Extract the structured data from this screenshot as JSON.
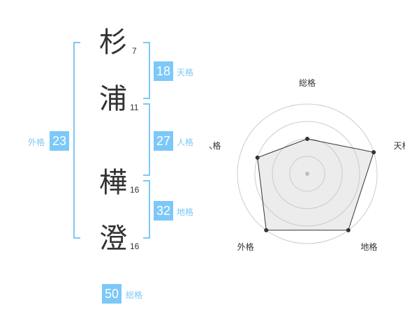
{
  "name": {
    "chars": [
      {
        "char": "杉",
        "strokes": "7"
      },
      {
        "char": "浦",
        "strokes": "11"
      },
      {
        "char": "樺",
        "strokes": "16"
      },
      {
        "char": "澄",
        "strokes": "16"
      }
    ]
  },
  "fortunes": {
    "tenkaku": {
      "value": "18",
      "label": "天格"
    },
    "jinkaku": {
      "value": "27",
      "label": "人格"
    },
    "chikaku": {
      "value": "32",
      "label": "地格"
    },
    "gaikaku": {
      "value": "23",
      "label": "外格"
    },
    "soukaku": {
      "value": "50",
      "label": "総格"
    }
  },
  "colors": {
    "accent": "#7cc8f8",
    "text": "#333333",
    "grid": "#cccccc"
  },
  "chart_data": {
    "type": "radar",
    "axes": [
      "総格",
      "天格",
      "地格",
      "外格",
      "人格"
    ],
    "rings": 4,
    "values": [
      0.5,
      1.0,
      1.0,
      1.0,
      0.75
    ],
    "max": 1
  }
}
